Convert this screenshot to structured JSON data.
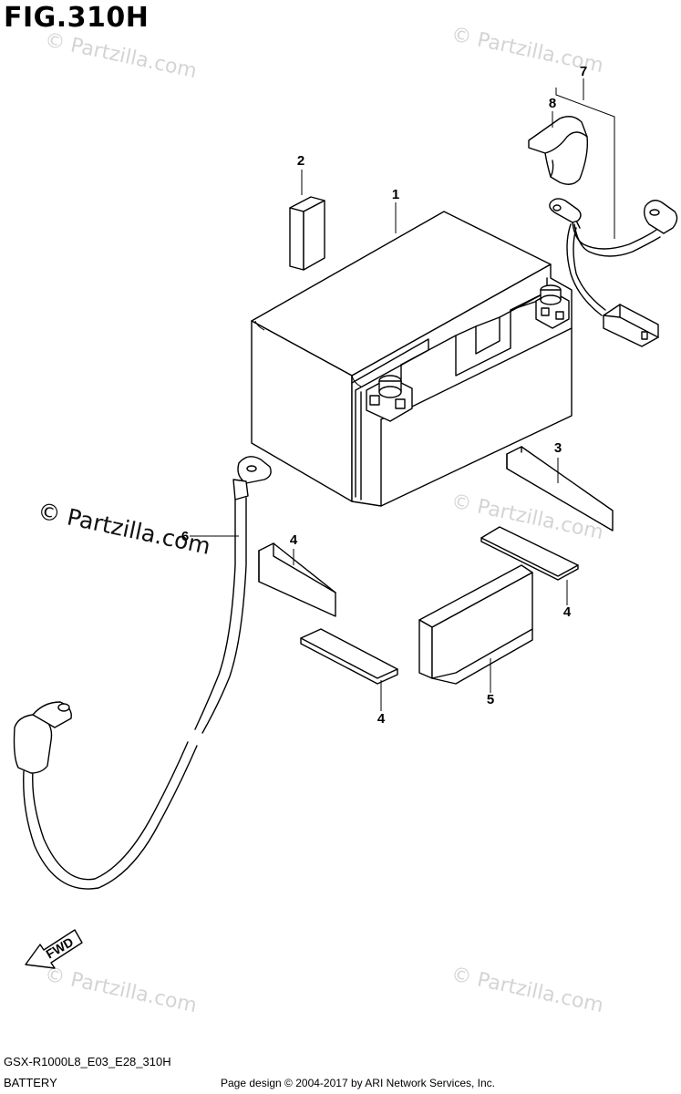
{
  "figure": {
    "title": "FIG.310H",
    "model_code": "GSX-R1000L8_E03_E28_310H",
    "section_name": "BATTERY",
    "credit": "Page design © 2004-2017 by ARI Network Services, Inc."
  },
  "callouts": {
    "c1": "1",
    "c2": "2",
    "c3": "3",
    "c4a": "4",
    "c4b": "4",
    "c4c": "4",
    "c5": "5",
    "c6": "6",
    "c7": "7",
    "c8": "8"
  },
  "watermarks": {
    "text": "© Partzilla.com",
    "main": "© Partzilla.com"
  },
  "direction_label": "FWD"
}
